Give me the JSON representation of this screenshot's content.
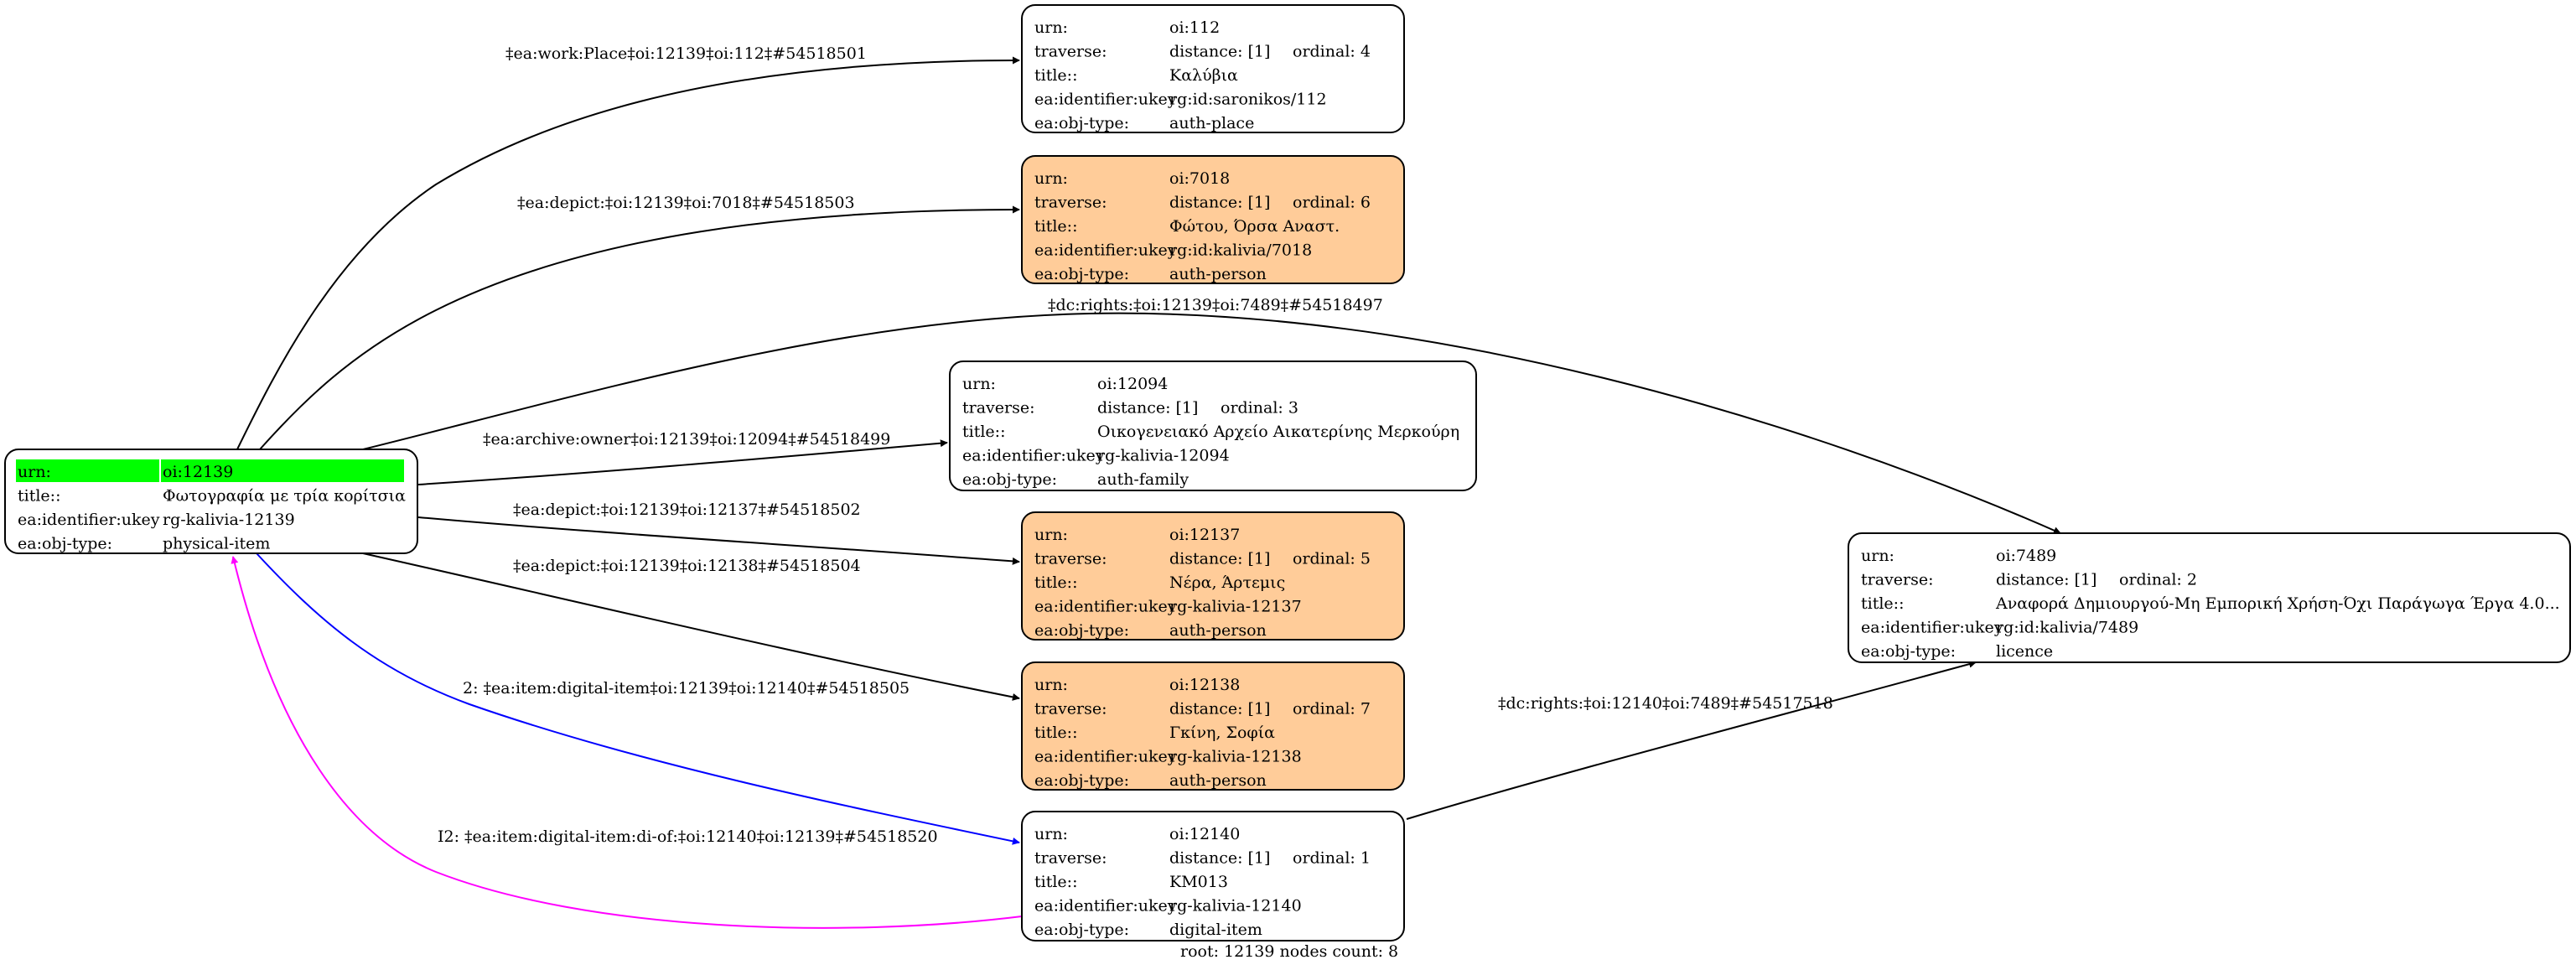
{
  "colors": {
    "root_highlight": "#00ff00",
    "person_fill": "#ffcc99",
    "default_fill": "#ffffff",
    "edge_default": "#000000",
    "edge_digital_item": "#0000ff",
    "edge_digital_item_of": "#ff00ff"
  },
  "nodes": [
    {
      "id": "n12139",
      "kind": "root",
      "rows": [
        {
          "key": "urn:",
          "value": "oi:12139"
        },
        {
          "key": "title::",
          "value": "Φωτογραφία με τρία κορίτσια"
        },
        {
          "key": "ea:identifier:ukey",
          "value": "rg-kalivia-12139"
        },
        {
          "key": "ea:obj-type:",
          "value": "physical-item"
        }
      ]
    },
    {
      "id": "n112",
      "kind": "plain",
      "rows": [
        {
          "key": "urn:",
          "value": "oi:112"
        },
        {
          "key": "traverse:",
          "value": "distance: [1]",
          "extra": "ordinal: 4"
        },
        {
          "key": "title::",
          "value": "Καλύβια"
        },
        {
          "key": "ea:identifier:ukey",
          "value": "rg:id:saronikos/112"
        },
        {
          "key": "ea:obj-type:",
          "value": "auth-place"
        }
      ]
    },
    {
      "id": "n7018",
      "kind": "person",
      "rows": [
        {
          "key": "urn:",
          "value": "oi:7018"
        },
        {
          "key": "traverse:",
          "value": "distance: [1]",
          "extra": "ordinal: 6"
        },
        {
          "key": "title::",
          "value": "Φώτου, Όρσα Αναστ."
        },
        {
          "key": "ea:identifier:ukey",
          "value": "rg:id:kalivia/7018"
        },
        {
          "key": "ea:obj-type:",
          "value": "auth-person"
        }
      ]
    },
    {
      "id": "n12094",
      "kind": "plain",
      "rows": [
        {
          "key": "urn:",
          "value": "oi:12094"
        },
        {
          "key": "traverse:",
          "value": "distance: [1]",
          "extra": "ordinal: 3"
        },
        {
          "key": "title::",
          "value": "Οικογενειακό Αρχείο Αικατερίνης Μερκούρη"
        },
        {
          "key": "ea:identifier:ukey",
          "value": "rg-kalivia-12094"
        },
        {
          "key": "ea:obj-type:",
          "value": "auth-family"
        }
      ]
    },
    {
      "id": "n12137",
      "kind": "person",
      "rows": [
        {
          "key": "urn:",
          "value": "oi:12137"
        },
        {
          "key": "traverse:",
          "value": "distance: [1]",
          "extra": "ordinal: 5"
        },
        {
          "key": "title::",
          "value": "Νέρα, Άρτεμις"
        },
        {
          "key": "ea:identifier:ukey",
          "value": "rg-kalivia-12137"
        },
        {
          "key": "ea:obj-type:",
          "value": "auth-person"
        }
      ]
    },
    {
      "id": "n12138",
      "kind": "person",
      "rows": [
        {
          "key": "urn:",
          "value": "oi:12138"
        },
        {
          "key": "traverse:",
          "value": "distance: [1]",
          "extra": "ordinal: 7"
        },
        {
          "key": "title::",
          "value": "Γκίνη, Σοφία"
        },
        {
          "key": "ea:identifier:ukey",
          "value": "rg-kalivia-12138"
        },
        {
          "key": "ea:obj-type:",
          "value": "auth-person"
        }
      ]
    },
    {
      "id": "n12140",
      "kind": "plain",
      "rows": [
        {
          "key": "urn:",
          "value": "oi:12140"
        },
        {
          "key": "traverse:",
          "value": "distance: [1]",
          "extra": "ordinal: 1"
        },
        {
          "key": "title::",
          "value": "KM013"
        },
        {
          "key": "ea:identifier:ukey",
          "value": "rg-kalivia-12140"
        },
        {
          "key": "ea:obj-type:",
          "value": "digital-item"
        }
      ]
    },
    {
      "id": "n7489",
      "kind": "plain",
      "rows": [
        {
          "key": "urn:",
          "value": "oi:7489"
        },
        {
          "key": "traverse:",
          "value": "distance: [1]",
          "extra": "ordinal: 2"
        },
        {
          "key": "title::",
          "value": "Αναφορά Δημιουργού-Μη Εμπορική Χρήση-Όχι Παράγωγα Έργα 4.0..."
        },
        {
          "key": "ea:identifier:ukey",
          "value": "rg:id:kalivia/7489"
        },
        {
          "key": "ea:obj-type:",
          "value": "licence"
        }
      ]
    }
  ],
  "edges": [
    {
      "from": "n12139",
      "to": "n112",
      "style": "default",
      "label": "‡ea:work:Place‡oi:12139‡oi:112‡#54518501"
    },
    {
      "from": "n12139",
      "to": "n7018",
      "style": "default",
      "label": "‡ea:depict:‡oi:12139‡oi:7018‡#54518503"
    },
    {
      "from": "n12139",
      "to": "n7489",
      "style": "default",
      "label": "‡dc:rights:‡oi:12139‡oi:7489‡#54518497"
    },
    {
      "from": "n12139",
      "to": "n12094",
      "style": "default",
      "label": "‡ea:archive:owner‡oi:12139‡oi:12094‡#54518499"
    },
    {
      "from": "n12139",
      "to": "n12137",
      "style": "default",
      "label": "‡ea:depict:‡oi:12139‡oi:12137‡#54518502"
    },
    {
      "from": "n12139",
      "to": "n12138",
      "style": "default",
      "label": "‡ea:depict:‡oi:12139‡oi:12138‡#54518504"
    },
    {
      "from": "n12139",
      "to": "n12140",
      "style": "digital_item",
      "label": "2: ‡ea:item:digital-item‡oi:12139‡oi:12140‡#54518505"
    },
    {
      "from": "n12140",
      "to": "n12139",
      "style": "digital_item_of",
      "label": "I2: ‡ea:item:digital-item:di-of:‡oi:12140‡oi:12139‡#54518520"
    },
    {
      "from": "n12140",
      "to": "n7489",
      "style": "default",
      "label": "‡dc:rights:‡oi:12140‡oi:7489‡#54517518"
    }
  ],
  "footer": "root: 12139 nodes count: 8"
}
